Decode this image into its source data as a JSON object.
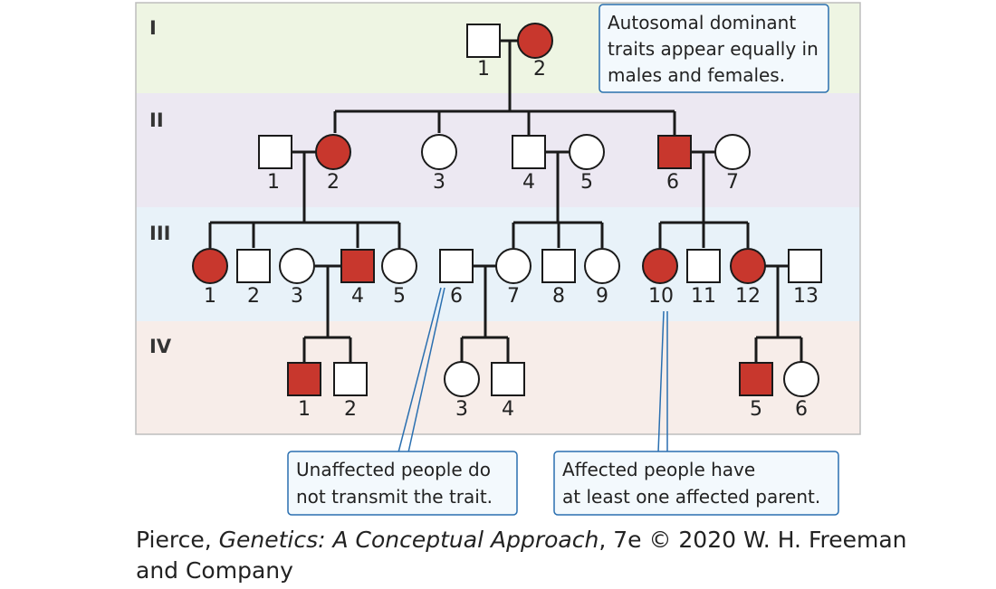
{
  "generations": [
    "I",
    "II",
    "III",
    "IV"
  ],
  "colors": {
    "affected": "#c8372d",
    "unaffected": "#ffffff",
    "band_I": "#eef5e3",
    "band_II": "#ece8f2",
    "band_III": "#e8f2f9",
    "band_IV": "#f7ede9",
    "callout_border": "#2a6fb0",
    "callout_fill": "#f3f9fd"
  },
  "individuals": [
    {
      "id": "I-1",
      "label": "1",
      "sex": "male",
      "affected": false
    },
    {
      "id": "I-2",
      "label": "2",
      "sex": "female",
      "affected": true
    },
    {
      "id": "II-1",
      "label": "1",
      "sex": "male",
      "affected": false
    },
    {
      "id": "II-2",
      "label": "2",
      "sex": "female",
      "affected": true
    },
    {
      "id": "II-3",
      "label": "3",
      "sex": "female",
      "affected": false
    },
    {
      "id": "II-4",
      "label": "4",
      "sex": "male",
      "affected": false
    },
    {
      "id": "II-5",
      "label": "5",
      "sex": "female",
      "affected": false
    },
    {
      "id": "II-6",
      "label": "6",
      "sex": "male",
      "affected": true
    },
    {
      "id": "II-7",
      "label": "7",
      "sex": "female",
      "affected": false
    },
    {
      "id": "III-1",
      "label": "1",
      "sex": "female",
      "affected": true
    },
    {
      "id": "III-2",
      "label": "2",
      "sex": "male",
      "affected": false
    },
    {
      "id": "III-3",
      "label": "3",
      "sex": "female",
      "affected": false
    },
    {
      "id": "III-4",
      "label": "4",
      "sex": "male",
      "affected": true
    },
    {
      "id": "III-5",
      "label": "5",
      "sex": "female",
      "affected": false
    },
    {
      "id": "III-6",
      "label": "6",
      "sex": "male",
      "affected": false
    },
    {
      "id": "III-7",
      "label": "7",
      "sex": "female",
      "affected": false
    },
    {
      "id": "III-8",
      "label": "8",
      "sex": "male",
      "affected": false
    },
    {
      "id": "III-9",
      "label": "9",
      "sex": "female",
      "affected": false
    },
    {
      "id": "III-10",
      "label": "10",
      "sex": "female",
      "affected": true
    },
    {
      "id": "III-11",
      "label": "11",
      "sex": "male",
      "affected": false
    },
    {
      "id": "III-12",
      "label": "12",
      "sex": "female",
      "affected": true
    },
    {
      "id": "III-13",
      "label": "13",
      "sex": "male",
      "affected": false
    },
    {
      "id": "IV-1",
      "label": "1",
      "sex": "male",
      "affected": true
    },
    {
      "id": "IV-2",
      "label": "2",
      "sex": "male",
      "affected": false
    },
    {
      "id": "IV-3",
      "label": "3",
      "sex": "female",
      "affected": false
    },
    {
      "id": "IV-4",
      "label": "4",
      "sex": "male",
      "affected": false
    },
    {
      "id": "IV-5",
      "label": "5",
      "sex": "male",
      "affected": true
    },
    {
      "id": "IV-6",
      "label": "6",
      "sex": "female",
      "affected": false
    }
  ],
  "callouts": {
    "top": [
      "Autosomal dominant",
      "traits appear equally in",
      "males and females."
    ],
    "bottom_left": [
      "Unaffected people do",
      "not transmit the trait."
    ],
    "bottom_right": [
      "Affected people have",
      "at least one affected parent."
    ]
  },
  "citation": {
    "before": "Pierce, ",
    "italic": "Genetics: A Conceptual Approach",
    "after": ", 7e © 2020 W. H. Freeman and Company"
  }
}
